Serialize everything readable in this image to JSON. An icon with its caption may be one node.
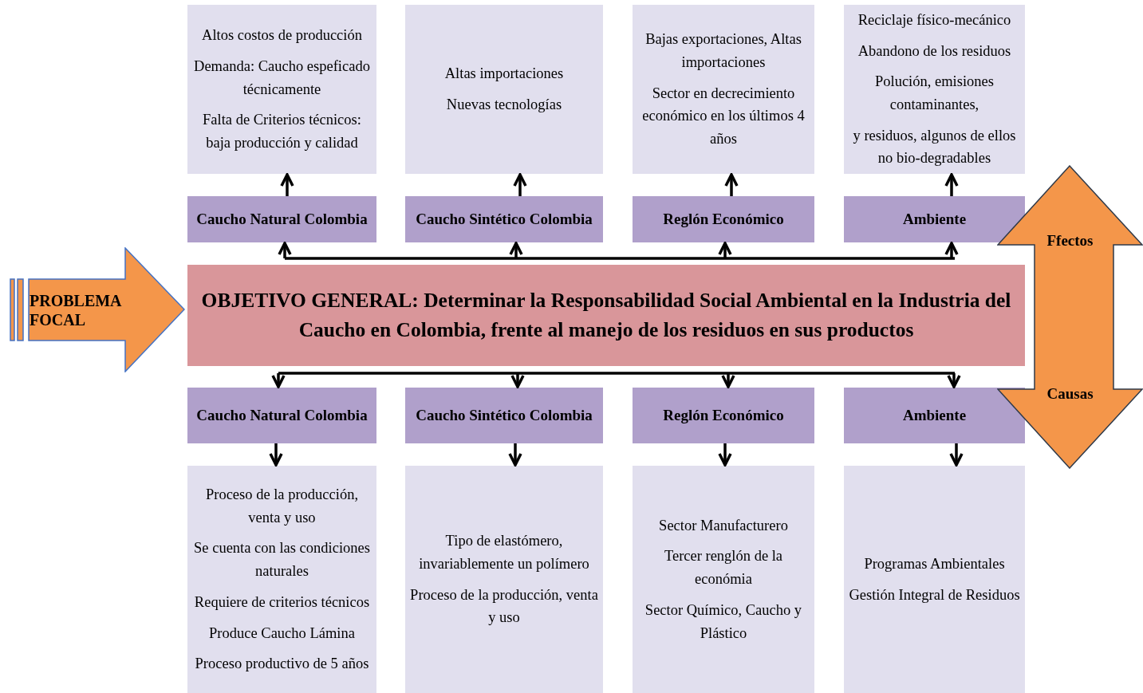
{
  "diagram": {
    "nodes": [
      {
        "text": [
          "PROBLEMA FOCAL"
        ]
      },
      {
        "text": [
          "OBJETIVO GENERAL: Determinar la Responsabilidad Social Ambiental en la Industria del Caucho en Colombia, frente al manejo de los residuos en sus productos"
        ]
      },
      {
        "text": [
          "Caucho Natural Colombia"
        ]
      },
      {
        "text": [
          "Caucho Sintético Colombia"
        ]
      },
      {
        "text": [
          "Reglón Económico"
        ]
      },
      {
        "text": [
          "Ambiente"
        ]
      },
      {
        "text": [
          "Altos costos de producción",
          "Demanda: Caucho espeficado técnicamente",
          "Falta de Criterios técnicos: baja producción y calidad"
        ]
      },
      {
        "text": [
          "Altas importaciones",
          "Nuevas tecnologías"
        ]
      },
      {
        "text": [
          "Bajas exportaciones, Altas importaciones",
          "Sector en decrecimiento económico en los últimos 4 años"
        ]
      },
      {
        "text": [
          "Reciclaje físico-mecánico",
          "Abandono de los residuos",
          "Polución, emisiones contaminantes,",
          "y residuos, algunos de ellos no bio-degradables"
        ]
      },
      {
        "text": [
          "Caucho Natural Colombia"
        ]
      },
      {
        "text": [
          "Caucho Sintético Colombia"
        ]
      },
      {
        "text": [
          "Reglón Económico"
        ]
      },
      {
        "text": [
          "Ambiente"
        ]
      },
      {
        "text": [
          "Proceso de la producción, venta y uso",
          "Se cuenta con las condiciones naturales",
          "Requiere de criterios técnicos",
          "Produce Caucho Lámina",
          "Proceso productivo de 5 años"
        ]
      },
      {
        "text": [
          "Tipo de elastómero, invariablemente un polímero",
          "Proceso de la producción, venta y uso"
        ]
      },
      {
        "text": [
          "Sector Manufacturero",
          "Tercer renglón de la económia",
          "Sector Químico, Caucho y Plástico"
        ]
      },
      {
        "text": [
          "Programas Ambientales",
          "Gestión Integral de Residuos"
        ]
      },
      {
        "text": [
          "Ffectos",
          "Causas"
        ]
      }
    ],
    "edges": [
      {
        "from": 1,
        "to": 2,
        "arrow": "to"
      },
      {
        "from": 1,
        "to": 3,
        "arrow": "to"
      },
      {
        "from": 1,
        "to": 4,
        "arrow": "to"
      },
      {
        "from": 1,
        "to": 5,
        "arrow": "to"
      },
      {
        "from": 2,
        "to": 6,
        "arrow": "to"
      },
      {
        "from": 3,
        "to": 7,
        "arrow": "to"
      },
      {
        "from": 4,
        "to": 8,
        "arrow": "to"
      },
      {
        "from": 5,
        "to": 9,
        "arrow": "to"
      },
      {
        "from": 1,
        "to": 10,
        "arrow": "to"
      },
      {
        "from": 1,
        "to": 11,
        "arrow": "to"
      },
      {
        "from": 1,
        "to": 12,
        "arrow": "to"
      },
      {
        "from": 1,
        "to": 13,
        "arrow": "to"
      },
      {
        "from": 10,
        "to": 14,
        "arrow": "to"
      },
      {
        "from": 11,
        "to": 15,
        "arrow": "to"
      },
      {
        "from": 12,
        "to": 16,
        "arrow": "to"
      },
      {
        "from": 13,
        "to": 17,
        "arrow": "to"
      }
    ]
  }
}
